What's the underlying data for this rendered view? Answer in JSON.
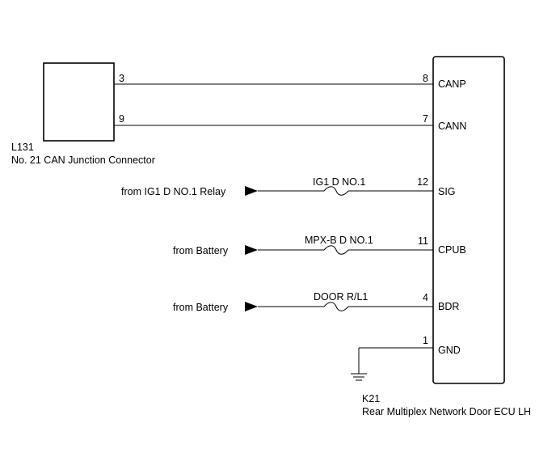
{
  "connector_l131": {
    "code": "L131",
    "name": "No. 21 CAN Junction Connector",
    "pins": {
      "canp": "3",
      "cann": "9"
    }
  },
  "ecu_k21": {
    "code": "K21",
    "name": "Rear Multiplex Network Door ECU LH",
    "pins": [
      {
        "num": "8",
        "label": "CANP"
      },
      {
        "num": "7",
        "label": "CANN"
      },
      {
        "num": "12",
        "label": "SIG"
      },
      {
        "num": "11",
        "label": "CPUB"
      },
      {
        "num": "4",
        "label": "BDR"
      },
      {
        "num": "1",
        "label": "GND"
      }
    ]
  },
  "sources": [
    {
      "text": "from IG1 D NO.1 Relay",
      "fuse": "IG1 D NO.1"
    },
    {
      "text": "from Battery",
      "fuse": "MPX-B D NO.1"
    },
    {
      "text": "from Battery",
      "fuse": "DOOR R/L1"
    }
  ],
  "colors": {
    "line": "#000000",
    "background": "#ffffff"
  }
}
